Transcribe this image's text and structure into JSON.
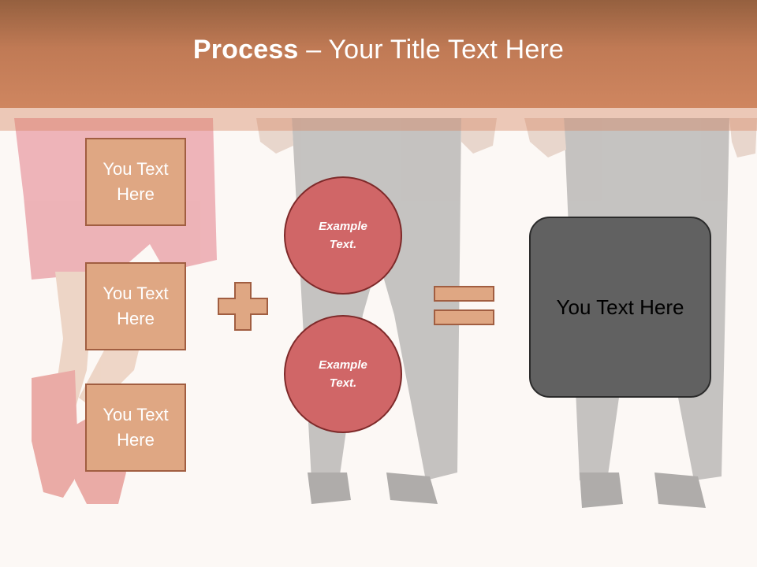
{
  "title": {
    "bold": "Process",
    "rest": " – Your Title Text Here"
  },
  "boxes": [
    {
      "line1": "You Text",
      "line2": "Here"
    },
    {
      "line1": "You Text",
      "line2": "Here"
    },
    {
      "line1": "You Text",
      "line2": "Here"
    }
  ],
  "circles": [
    {
      "text": "Example Text."
    },
    {
      "text": "Example Text."
    }
  ],
  "result": {
    "text": "You Text Here"
  },
  "colors": {
    "title_bar": "#c07a55",
    "box_fill": "#dfa783",
    "box_border": "#a15e41",
    "circle_fill": "#d06667",
    "result_fill": "#616161"
  },
  "icons": {
    "plus": "plus-icon",
    "equals": "equals-icon"
  }
}
